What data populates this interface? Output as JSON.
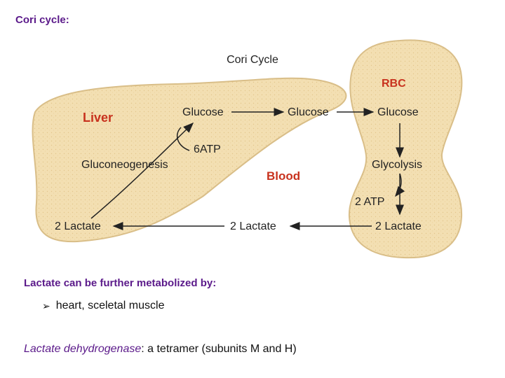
{
  "slide": {
    "title": "Cori cycle:"
  },
  "diagram": {
    "title": "Cori Cycle",
    "organs": {
      "liver": "Liver",
      "rbc": "RBC",
      "blood": "Blood"
    },
    "labels": {
      "liver_glucose": "Glucose",
      "blood_glucose": "Glucose",
      "rbc_glucose": "Glucose",
      "atp6": "6ATP",
      "gluconeogenesis": "Gluconeogenesis",
      "glycolysis": "Glycolysis",
      "atp2": "2 ATP",
      "liver_lactate": "2 Lactate",
      "blood_lactate": "2 Lactate",
      "rbc_lactate": "2 Lactate"
    },
    "colors": {
      "organ_fill": "#f3dfb2",
      "organ_label": "#c8321e",
      "arrow": "#222222"
    }
  },
  "notes": {
    "metabolized_heading": "Lactate can be further metabolized by:",
    "bullet_icon": "arrowhead-bullet-icon",
    "bullet_text": "heart, sceletal muscle",
    "enzyme_name": "Lactate dehydrogenase",
    "enzyme_desc": ": a tetramer (subunits M and H)"
  }
}
